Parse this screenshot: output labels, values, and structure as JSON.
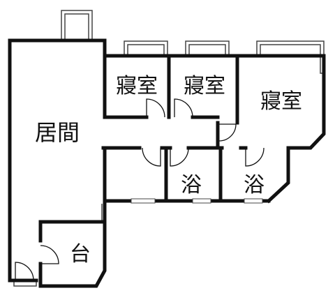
{
  "labels": {
    "bedroom_1": "寢室",
    "bedroom_2": "寢室",
    "bedroom_3": "寢室",
    "living_room": "居間",
    "bath_1": "浴",
    "bath_2": "浴",
    "balcony": "台"
  },
  "colors": {
    "wall": "#111111",
    "background": "#ffffff",
    "window": "#444444"
  }
}
